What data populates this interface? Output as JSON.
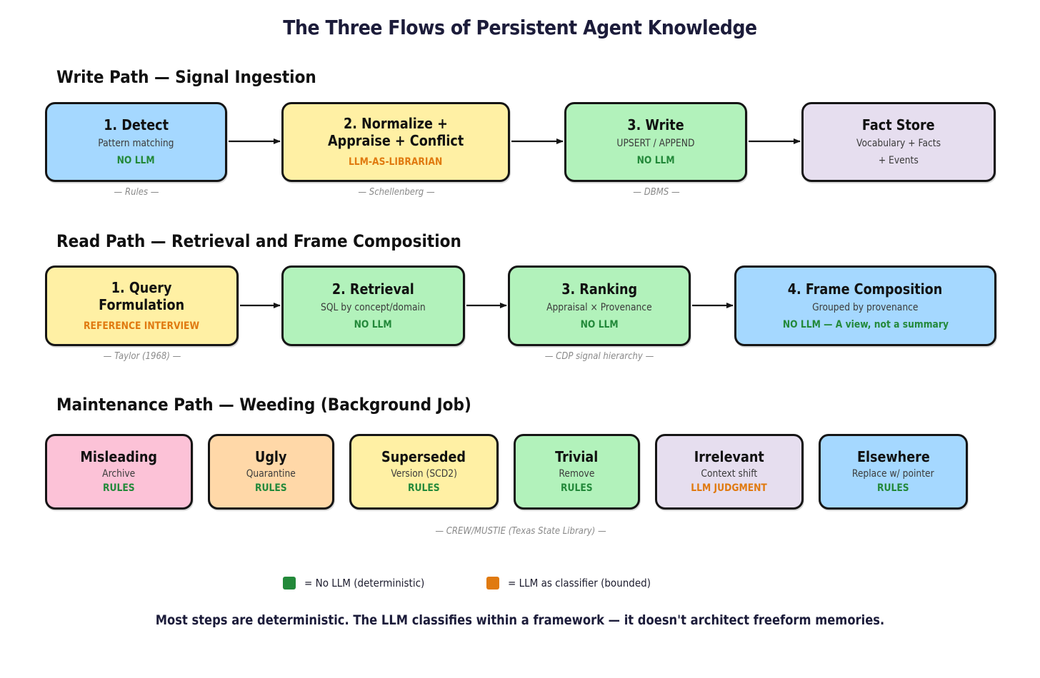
{
  "title": "The Three Flows of Persistent Agent Knowledge",
  "write_path": {
    "heading": "Write Path — Signal Ingestion",
    "steps": [
      {
        "title": "1. Detect",
        "subtitle": "Pattern matching",
        "badge": "NO LLM",
        "note": "— Rules —"
      },
      {
        "title_line1": "2. Normalize +",
        "title_line2": "Appraise + Conflict",
        "badge": "LLM-AS-LIBRARIAN",
        "note": "— Schellenberg —"
      },
      {
        "title": "3. Write",
        "subtitle": "UPSERT / APPEND",
        "badge": "NO LLM",
        "note": "— DBMS —"
      },
      {
        "title": "Fact Store",
        "subtitle_line1": "Vocabulary + Facts",
        "subtitle_line2": "+ Events"
      }
    ]
  },
  "read_path": {
    "heading": "Read Path — Retrieval and Frame Composition",
    "steps": [
      {
        "title_line1": "1. Query",
        "title_line2": "Formulation",
        "badge": "REFERENCE INTERVIEW",
        "note": "— Taylor (1968) —"
      },
      {
        "title": "2. Retrieval",
        "subtitle": "SQL by concept/domain",
        "badge": "NO LLM"
      },
      {
        "title": "3. Ranking",
        "subtitle": "Appraisal × Provenance",
        "badge": "NO LLM",
        "note": "— CDP signal hierarchy —"
      },
      {
        "title": "4. Frame Composition",
        "subtitle": "Grouped by provenance",
        "badge": "NO LLM — A view, not a summary"
      }
    ]
  },
  "maintenance_path": {
    "heading": "Maintenance Path — Weeding (Background Job)",
    "note": "— CREW/MUSTIE (Texas State Library) —",
    "steps": [
      {
        "title": "Misleading",
        "subtitle": "Archive",
        "badge": "RULES"
      },
      {
        "title": "Ugly",
        "subtitle": "Quarantine",
        "badge": "RULES"
      },
      {
        "title": "Superseded",
        "subtitle": "Version (SCD2)",
        "badge": "RULES"
      },
      {
        "title": "Trivial",
        "subtitle": "Remove",
        "badge": "RULES"
      },
      {
        "title": "Irrelevant",
        "subtitle": "Context shift",
        "badge": "LLM JUDGMENT"
      },
      {
        "title": "Elsewhere",
        "subtitle": "Replace w/ pointer",
        "badge": "RULES"
      }
    ]
  },
  "legend": {
    "no_llm": "= No LLM (deterministic)",
    "llm_classifier": "= LLM as classifier (bounded)"
  },
  "footer": "Most steps are deterministic. The LLM classifies within a framework — it doesn't architect freeform memories.",
  "colors": {
    "blue": "#a5d8ff",
    "yellow": "#fff0a4",
    "green": "#b2f2bb",
    "lavender": "#e6deef",
    "pink": "#fcc2d7",
    "peach": "#ffd8a8",
    "no_llm_accent": "#23893a",
    "llm_accent": "#e07a10"
  }
}
